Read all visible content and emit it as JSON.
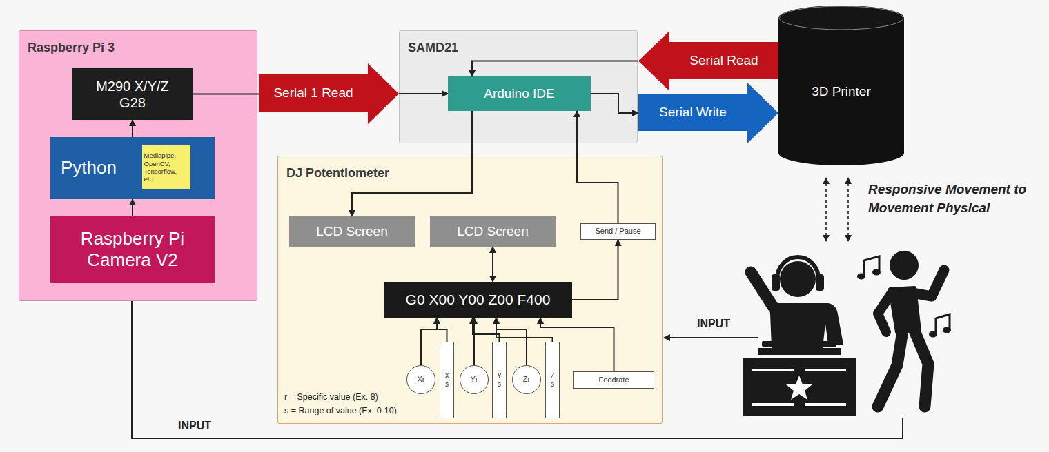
{
  "diagram": {
    "nodes": [
      {
        "text": [
          "Raspberry Pi 3"
        ]
      },
      {
        "text": [
          "M290 X/Y/Z G28"
        ],
        "in": 0
      },
      {
        "text": [
          "Python"
        ],
        "in": 0
      },
      {
        "text": [
          "Mediapipe, OpenCV, Tensorflow, etc"
        ],
        "in": 2
      },
      {
        "text": [
          "Raspberry Pi Camera V2"
        ],
        "in": 0
      },
      {
        "text": [
          "Serial 1 Read"
        ]
      },
      {
        "text": [
          "SAMD21"
        ]
      },
      {
        "text": [
          "Arduino IDE"
        ],
        "in": 6
      },
      {
        "text": [
          "Serial Read"
        ]
      },
      {
        "text": [
          "Serial Write"
        ]
      },
      {
        "text": [
          "3D Printer"
        ]
      },
      {
        "text": [
          "DJ Potentiometer"
        ]
      },
      {
        "text": [
          "LCD Screen"
        ],
        "in": 11
      },
      {
        "text": [
          "LCD Screen"
        ],
        "in": 11
      },
      {
        "text": [
          "Send / Pause"
        ],
        "in": 11
      },
      {
        "text": [
          "G0 X00 Y00 Z00 F400"
        ],
        "in": 11
      },
      {
        "text": [
          "Xr"
        ],
        "in": 11
      },
      {
        "text": [
          "X s"
        ],
        "in": 11
      },
      {
        "text": [
          "Yr"
        ],
        "in": 11
      },
      {
        "text": [
          "Y s"
        ],
        "in": 11
      },
      {
        "text": [
          "Zr"
        ],
        "in": 11
      },
      {
        "text": [
          "Z s"
        ],
        "in": 11
      },
      {
        "text": [
          "Feedrate"
        ],
        "in": 11
      }
    ],
    "edges": [
      {
        "from": 4,
        "to": 2,
        "arrow": "to"
      },
      {
        "from": 2,
        "to": 1,
        "arrow": "to"
      },
      {
        "from": 1,
        "to": 5,
        "arrow": "none"
      },
      {
        "from": 5,
        "to": 7,
        "arrow": "to"
      },
      {
        "from": 8,
        "to": 7,
        "arrow": "to"
      },
      {
        "from": 7,
        "to": 9,
        "arrow": "to"
      },
      {
        "from": 7,
        "to": 12,
        "arrow": "to"
      },
      {
        "from": 15,
        "to": 13,
        "arrow": "both"
      },
      {
        "from": 15,
        "to": 14,
        "arrow": "to"
      },
      {
        "from": 14,
        "to": 7,
        "arrow": "to"
      },
      {
        "from": 16,
        "to": 15,
        "arrow": "to"
      },
      {
        "from": 17,
        "to": 15,
        "arrow": "to"
      },
      {
        "from": 18,
        "to": 15,
        "arrow": "to"
      },
      {
        "from": 19,
        "to": 15,
        "arrow": "to"
      },
      {
        "from": 20,
        "to": 15,
        "arrow": "to"
      },
      {
        "from": 21,
        "to": 15,
        "arrow": "to"
      },
      {
        "from": 22,
        "to": 15,
        "arrow": "to"
      }
    ],
    "labels": [
      "r = Specific value (Ex. 8)",
      "s = Range of value (Ex. 0-10)",
      "INPUT",
      "INPUT",
      "Responsive Movement to Movement Physical"
    ]
  }
}
